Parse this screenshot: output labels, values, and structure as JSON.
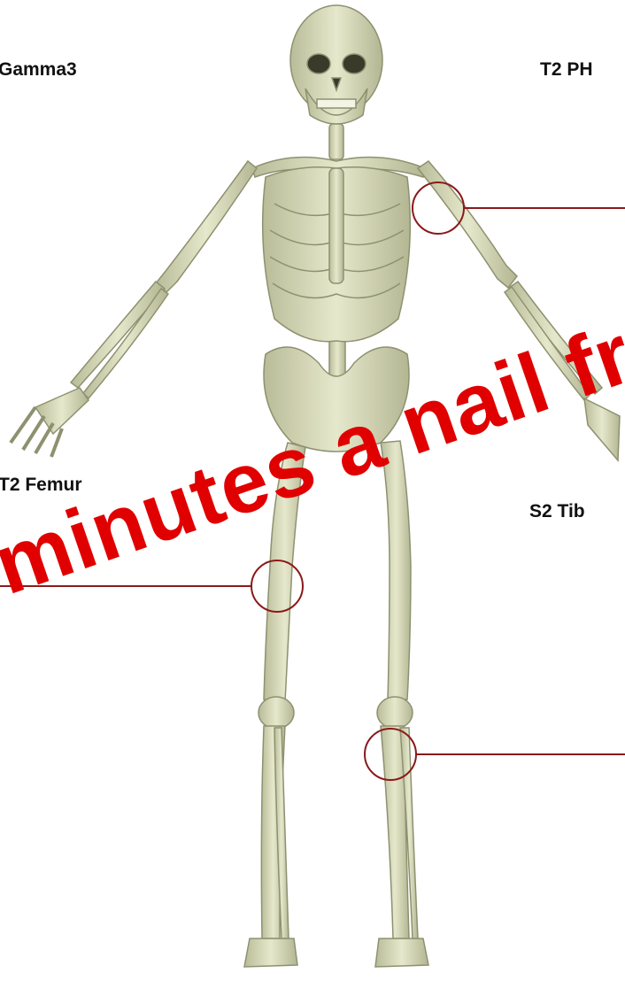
{
  "labels": {
    "top_left": "Gamma3",
    "top_right": "T2 PH",
    "mid_left": "T2 Femur",
    "mid_right": "S2 Tib"
  },
  "watermark": "minutes a nail fro",
  "colors": {
    "bone": "#d9dcb8",
    "bone_shadow": "#a9ad86",
    "callout": "#8b1a1a",
    "watermark": "#e00000"
  }
}
